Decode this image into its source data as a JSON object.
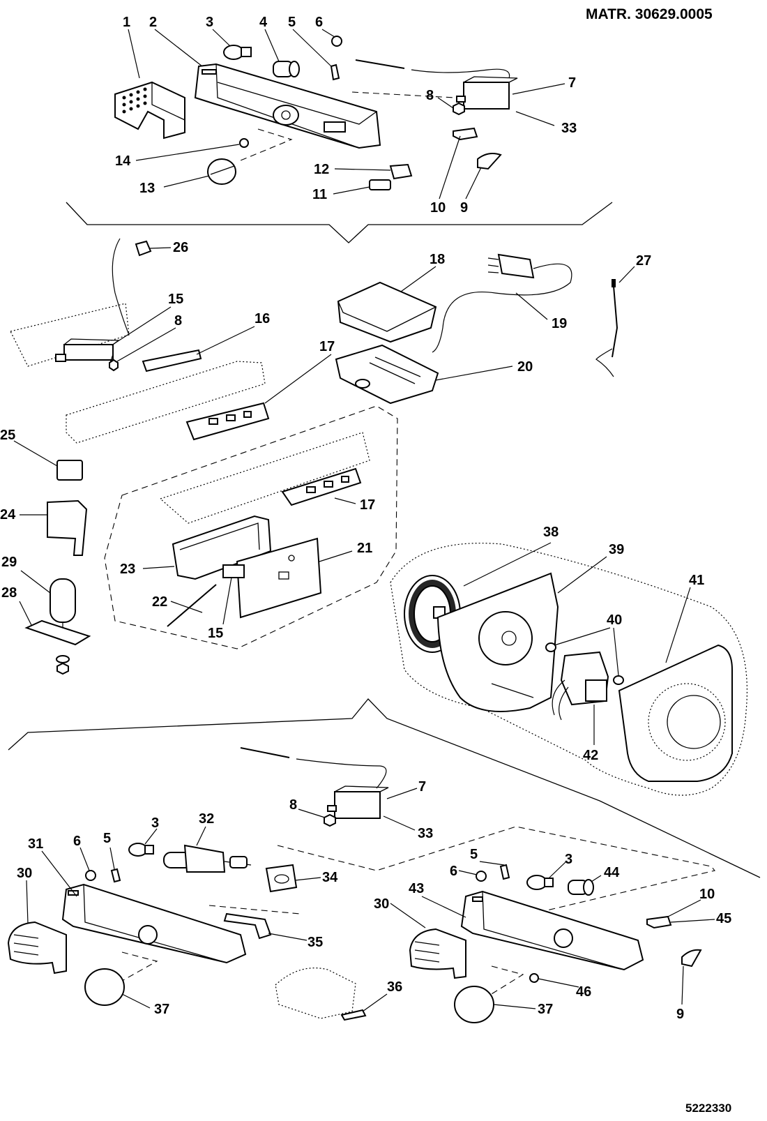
{
  "header": {
    "matr": "MATR. 30629.0005"
  },
  "footer": {
    "code": "5222330"
  },
  "labels": {
    "p1": "1",
    "p2": "2",
    "p3": "3",
    "p4": "4",
    "p5": "5",
    "p6": "6",
    "p7": "7",
    "p8": "8",
    "p9": "9",
    "p10": "10",
    "p11": "11",
    "p12": "12",
    "p13": "13",
    "p14": "14",
    "p15": "15",
    "p16": "16",
    "p17": "17",
    "p18": "18",
    "p19": "19",
    "p20": "20",
    "p21": "21",
    "p22": "22",
    "p23": "23",
    "p24": "24",
    "p25": "25",
    "p26": "26",
    "p27": "27",
    "p28": "28",
    "p29": "29",
    "p30": "30",
    "p31": "31",
    "p32": "32",
    "p33": "33",
    "p34": "34",
    "p35": "35",
    "p36": "36",
    "p37": "37",
    "p38": "38",
    "p39": "39",
    "p40": "40",
    "p41": "41",
    "p42": "42",
    "p43": "43",
    "p44": "44",
    "p45": "45",
    "p46": "46"
  }
}
